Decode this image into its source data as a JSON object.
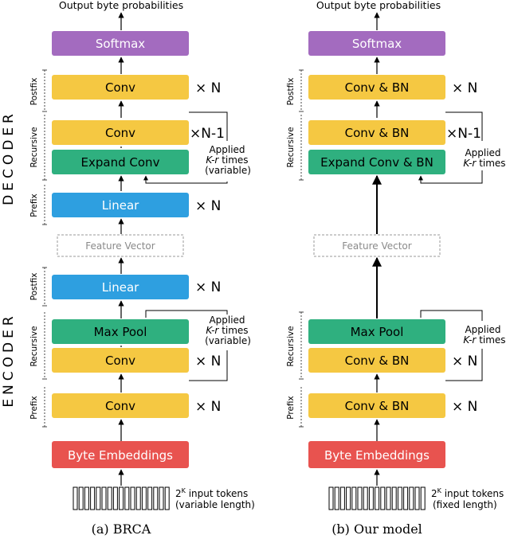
{
  "colors": {
    "softmax": "#a36bbf",
    "conv": "#f5c842",
    "green": "#2fb07f",
    "linear": "#2e9fe0",
    "embed": "#e8534f",
    "feature_border": "#999999",
    "feature_text": "#8a8a8a",
    "line": "#000000"
  },
  "labels": {
    "decoder": "DECODER",
    "encoder": "ENCODER",
    "postfix": "Postfix",
    "recursive": "Recursive",
    "prefix": "Prefix",
    "output": "Output byte probabilities",
    "applied": "Applied",
    "kr_italic": "K-r",
    "times": "times",
    "variable": "(variable)",
    "input_tokens": "input tokens",
    "two": "2",
    "k": "K"
  },
  "left": {
    "caption": "(a) BRCA",
    "softmax": "Softmax",
    "dec_postfix": "Conv",
    "dec_recursive_conv": "Conv",
    "dec_expand": "Expand Conv",
    "dec_linear": "Linear",
    "feature": "Feature Vector",
    "enc_linear": "Linear",
    "enc_maxpool": "Max Pool",
    "enc_conv": "Conv",
    "enc_prefix": "Conv",
    "embed": "Byte Embeddings",
    "mult": {
      "dec_postfix": "× N",
      "dec_recursive": "×N-1",
      "dec_linear": "× N",
      "enc_linear": "× N",
      "enc_conv": "× N",
      "enc_prefix": "× N"
    },
    "length": "(variable length)"
  },
  "right": {
    "caption": "(b) Our model",
    "softmax": "Softmax",
    "dec_postfix": "Conv & BN",
    "dec_recursive_conv": "Conv & BN",
    "dec_expand": "Expand Conv & BN",
    "feature": "Feature Vector",
    "enc_maxpool": "Max Pool",
    "enc_conv": "Conv & BN",
    "enc_prefix": "Conv & BN",
    "embed": "Byte Embeddings",
    "mult": {
      "dec_postfix": "× N",
      "dec_recursive": "×N-1",
      "enc_conv": "× N",
      "enc_prefix": "× N"
    },
    "length": "(fixed length)"
  }
}
